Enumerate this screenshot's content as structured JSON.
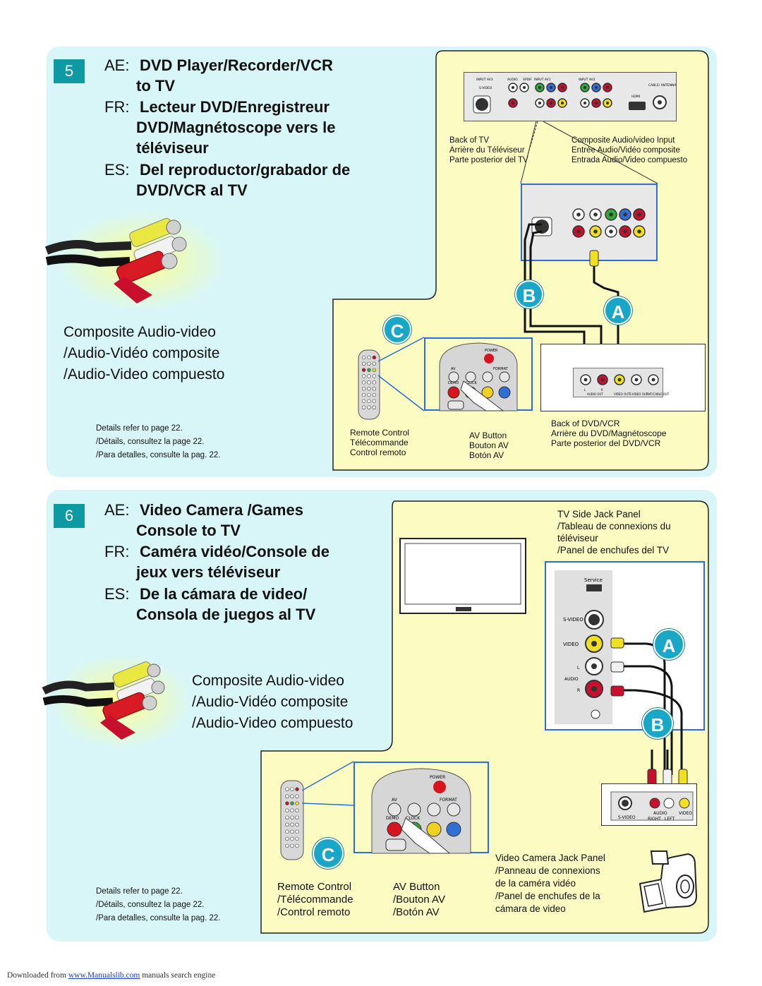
{
  "step5": {
    "number": "5",
    "headings": [
      {
        "lang": "AE:",
        "lines": [
          "DVD Player/Recorder/VCR",
          "to TV"
        ]
      },
      {
        "lang": "FR:",
        "lines": [
          "Lecteur DVD/Enregistreur",
          "DVD/Magnétoscope vers le",
          "téléviseur"
        ]
      },
      {
        "lang": "ES:",
        "lines": [
          "Del reproductor/grabador de",
          "DVD/VCR al TV"
        ]
      }
    ],
    "cable_caption": [
      "Composite Audio-video",
      "/Audio-Vidéo composite",
      "/Audio-Video compuesto"
    ],
    "details": [
      "Details refer to page 22.",
      "/Détails, consultez la page 22.",
      "/Para detalles, consulte la pag. 22."
    ],
    "back_tv": [
      "Back of TV",
      "Arrière du Téléviseur",
      "Parte posterior del TV"
    ],
    "composite_input": [
      "Composite Audio/video Input",
      "Entrée Audio/Vidéo composite",
      "Entrada Audio/Video compuesto"
    ],
    "remote": [
      "Remote Control",
      "Télécommande",
      "Control remoto"
    ],
    "av_button": [
      "AV Button",
      "Bouton AV",
      "Botón AV"
    ],
    "back_dvd": [
      "Back of DVD/VCR",
      "Arrière du DVD/Magnétoscope",
      "Parte posterior del DVD/VCR"
    ],
    "markers": {
      "a": "A",
      "b": "B",
      "c": "C"
    },
    "tv_panel_labels": {
      "input_av": "INPUT AV3",
      "audio": "AUDIO",
      "spdif": "SPDIF",
      "input_av1": "INPUT AV1",
      "input_av2": "INPUT AV2",
      "svideo": "S-VIDEO",
      "video": "VIDEO",
      "cable": "CABLE/ ANTENNA",
      "hdmi": "HDMI"
    },
    "dvd_panel_labels": {
      "l": "L",
      "r": "R",
      "audio_out": "AUDIO OUT",
      "video_out": "VIDEO OUT",
      "svideo_out": "S-VIDEO OUT",
      "ant": "ANT/CABLE OUT"
    },
    "remote_labels": {
      "power": "POWER",
      "av": "AV",
      "format": "FORMAT",
      "demo": "DEMO",
      "clock": "CLOCK"
    }
  },
  "step6": {
    "number": "6",
    "headings": [
      {
        "lang": "AE:",
        "lines": [
          "Video Camera /Games",
          "Console to TV"
        ]
      },
      {
        "lang": "FR:",
        "lines": [
          "Caméra vidéo/Console de",
          "jeux vers téléviseur"
        ]
      },
      {
        "lang": "ES:",
        "lines": [
          "De la cámara de video/",
          "Consola de juegos al TV"
        ]
      }
    ],
    "cable_caption": [
      "Composite Audio-video",
      "/Audio-Vidéo composite",
      "/Audio-Video compuesto"
    ],
    "details": [
      "Details refer to page 22.",
      "/Détails, consultez la page 22.",
      "/Para detalles, consulte la pag. 22."
    ],
    "side_panel": [
      "TV Side Jack Panel",
      "/Tableau de connexions du",
      "téléviseur",
      "/Panel de enchufes del TV"
    ],
    "remote": [
      "Remote Control",
      "/Télécommande",
      "/Control remoto"
    ],
    "av_button": [
      "AV Button",
      "/Bouton AV",
      "/Botón AV"
    ],
    "camera_panel": [
      "Video Camera Jack Panel",
      "/Panneau de connexions",
      "de la caméra vidéo",
      "/Panel de enchufes de la",
      "cámara de video"
    ],
    "markers": {
      "a": "A",
      "b": "B",
      "c": "C"
    },
    "side_labels": {
      "service": "Service",
      "svideo": "S-VIDEO",
      "video": "VIDEO",
      "audio": "AUDIO",
      "l": "L",
      "r": "R"
    },
    "camera_labels": {
      "svideo": "S-VIDEO",
      "audio": "AUDIO",
      "video": "VIDEO",
      "right": "RIGHT",
      "left": "LEFT"
    },
    "remote_labels": {
      "power": "POWER",
      "av": "AV",
      "format": "FORMAT",
      "demo": "DEMO",
      "clock": "CLOCK"
    }
  },
  "footer": {
    "prefix": "Downloaded from ",
    "link": "www.Manualslib.com",
    "suffix": " manuals search engine"
  },
  "colors": {
    "panel": "#d8f6f8",
    "yellow": "#fbfbc2",
    "accent": "#0d9aa3",
    "bubble": "#1aa6c6",
    "red": "#c8102e",
    "cable_yellow": "#f0e020"
  }
}
